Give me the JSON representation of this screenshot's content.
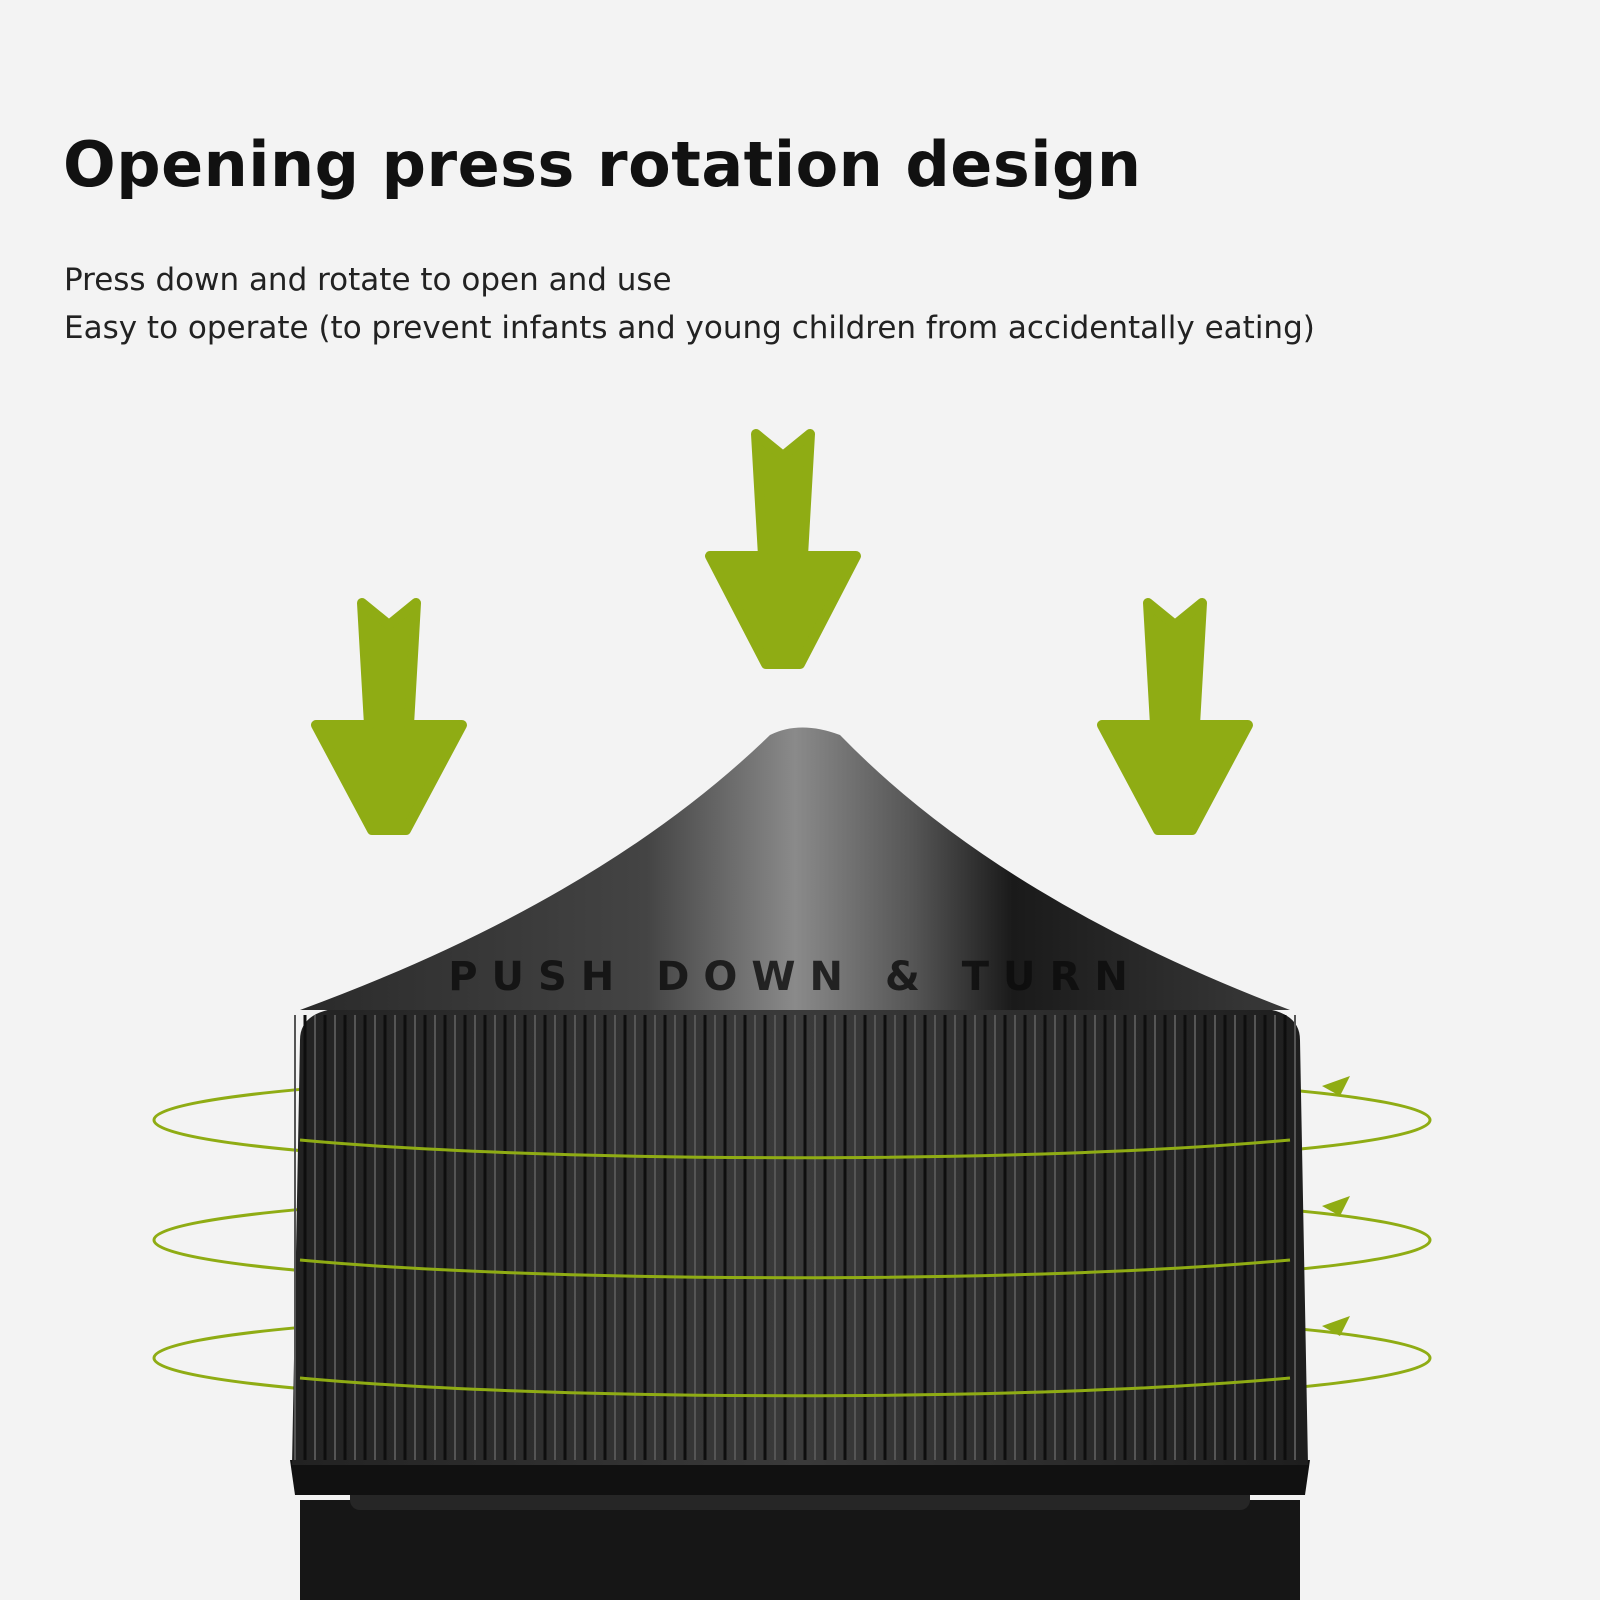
{
  "header": {
    "title": "Opening press rotation design",
    "lines": [
      "Press down and rotate to open and use",
      "Easy to operate (to prevent infants and young children from accidentally eating)"
    ]
  },
  "product": {
    "cap_embossed_text": "PUSH DOWN & TURN",
    "arrow_color": "#8fac14",
    "cap_color": "#1c1c1c"
  }
}
